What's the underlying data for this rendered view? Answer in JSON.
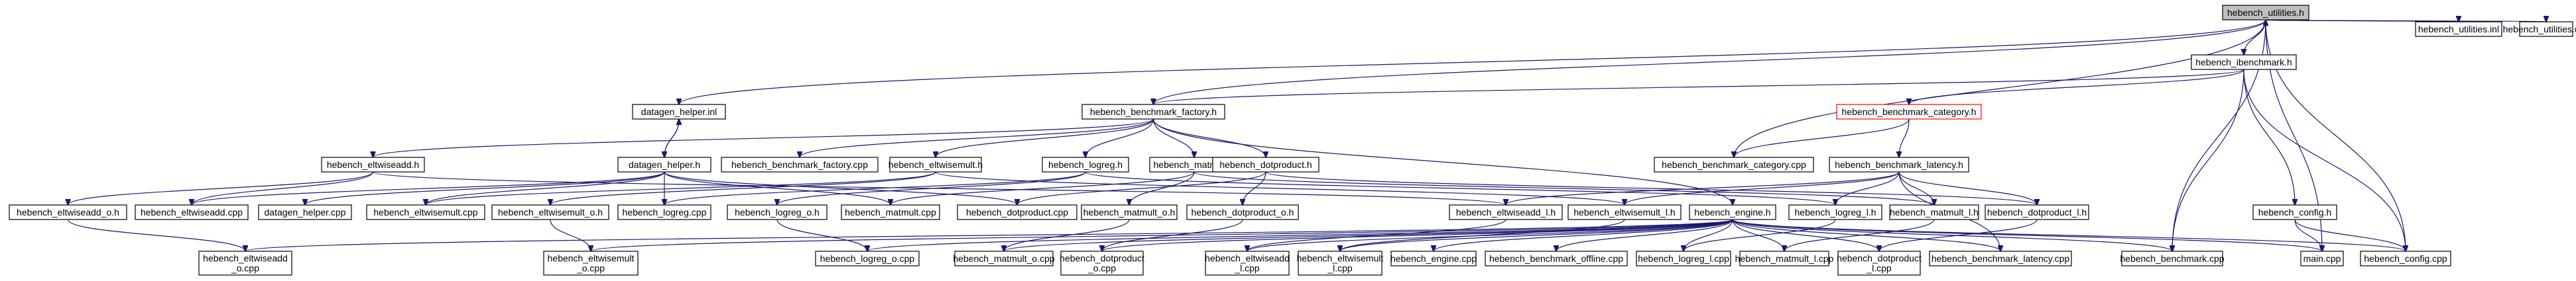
{
  "graph": {
    "colors": {
      "edge": "#191970",
      "node_border": "#000000",
      "root_fill": "#bfbfbf",
      "highlight_border": "#ff0000",
      "background": "#ffffff"
    },
    "nodes": [
      {
        "id": "utilities_h",
        "lines": [
          "hebench_utilities.h"
        ],
        "style": "root"
      },
      {
        "id": "utilities_inl",
        "lines": [
          "hebench_utilities.inl"
        ]
      },
      {
        "id": "utilities_cpp",
        "lines": [
          "hebench_utilities.cpp"
        ]
      },
      {
        "id": "ibenchmark_h",
        "lines": [
          "hebench_ibenchmark.h"
        ]
      },
      {
        "id": "datagen_inl",
        "lines": [
          "datagen_helper.inl"
        ]
      },
      {
        "id": "factory_h",
        "lines": [
          "hebench_benchmark_factory.h"
        ]
      },
      {
        "id": "category_h",
        "lines": [
          "hebench_benchmark_category.h"
        ],
        "style": "red"
      },
      {
        "id": "eltwiseadd_h",
        "lines": [
          "hebench_eltwiseadd.h"
        ]
      },
      {
        "id": "datagen_h",
        "lines": [
          "datagen_helper.h"
        ]
      },
      {
        "id": "factory_cpp",
        "lines": [
          "hebench_benchmark_factory.cpp"
        ]
      },
      {
        "id": "eltwisemult_h",
        "lines": [
          "hebench_eltwisemult.h"
        ]
      },
      {
        "id": "logreg_h",
        "lines": [
          "hebench_logreg.h"
        ]
      },
      {
        "id": "matmult_h",
        "lines": [
          "hebench_matmult.h"
        ]
      },
      {
        "id": "dotproduct_h",
        "lines": [
          "hebench_dotproduct.h"
        ]
      },
      {
        "id": "category_cpp",
        "lines": [
          "hebench_benchmark_category.cpp"
        ]
      },
      {
        "id": "latency_h",
        "lines": [
          "hebench_benchmark_latency.h"
        ]
      },
      {
        "id": "config_h",
        "lines": [
          "hebench_config.h"
        ]
      },
      {
        "id": "eltwiseadd_o_h",
        "lines": [
          "hebench_eltwiseadd_o.h"
        ]
      },
      {
        "id": "eltwiseadd_cpp",
        "lines": [
          "hebench_eltwiseadd.cpp"
        ]
      },
      {
        "id": "datagen_cpp",
        "lines": [
          "datagen_helper.cpp"
        ]
      },
      {
        "id": "eltwisemult_cpp",
        "lines": [
          "hebench_eltwisemult.cpp"
        ]
      },
      {
        "id": "eltwisemult_o_h",
        "lines": [
          "hebench_eltwisemult_o.h"
        ]
      },
      {
        "id": "logreg_cpp",
        "lines": [
          "hebench_logreg.cpp"
        ]
      },
      {
        "id": "logreg_o_h",
        "lines": [
          "hebench_logreg_o.h"
        ]
      },
      {
        "id": "matmult_cpp",
        "lines": [
          "hebench_matmult.cpp"
        ]
      },
      {
        "id": "dotproduct_cpp",
        "lines": [
          "hebench_dotproduct.cpp"
        ]
      },
      {
        "id": "matmult_o_h",
        "lines": [
          "hebench_matmult_o.h"
        ]
      },
      {
        "id": "dotproduct_o_h",
        "lines": [
          "hebench_dotproduct_o.h"
        ]
      },
      {
        "id": "eltwiseadd_l_h",
        "lines": [
          "hebench_eltwiseadd_l.h"
        ]
      },
      {
        "id": "eltwisemult_l_h",
        "lines": [
          "hebench_eltwisemult_l.h"
        ]
      },
      {
        "id": "engine_h",
        "lines": [
          "hebench_engine.h"
        ]
      },
      {
        "id": "logreg_l_h",
        "lines": [
          "hebench_logreg_l.h"
        ]
      },
      {
        "id": "matmult_l_h",
        "lines": [
          "hebench_matmult_l.h"
        ]
      },
      {
        "id": "dotproduct_l_h",
        "lines": [
          "hebench_dotproduct_l.h"
        ]
      },
      {
        "id": "eltwiseadd_o_cpp",
        "lines": [
          "hebench_eltwiseadd",
          "_o.cpp"
        ]
      },
      {
        "id": "eltwisemult_o_cpp",
        "lines": [
          "hebench_eltwisemult",
          "_o.cpp"
        ]
      },
      {
        "id": "logreg_o_cpp",
        "lines": [
          "hebench_logreg_o.cpp"
        ]
      },
      {
        "id": "matmult_o_cpp",
        "lines": [
          "hebench_matmult_o.cpp"
        ]
      },
      {
        "id": "dotproduct_o_cpp",
        "lines": [
          "hebench_dotproduct",
          "_o.cpp"
        ]
      },
      {
        "id": "eltwiseadd_l_cpp",
        "lines": [
          "hebench_eltwiseadd",
          "_l.cpp"
        ]
      },
      {
        "id": "eltwisemult_l_cpp",
        "lines": [
          "hebench_eltwisemult",
          "_l.cpp"
        ]
      },
      {
        "id": "engine_cpp",
        "lines": [
          "hebench_engine.cpp"
        ]
      },
      {
        "id": "offline_cpp",
        "lines": [
          "hebench_benchmark_offline.cpp"
        ]
      },
      {
        "id": "logreg_l_cpp",
        "lines": [
          "hebench_logreg_l.cpp"
        ]
      },
      {
        "id": "matmult_l_cpp",
        "lines": [
          "hebench_matmult_l.cpp"
        ]
      },
      {
        "id": "dotproduct_l_cpp",
        "lines": [
          "hebench_dotproduct",
          "_l.cpp"
        ]
      },
      {
        "id": "latency_cpp",
        "lines": [
          "hebench_benchmark_latency.cpp"
        ]
      },
      {
        "id": "benchmark_cpp",
        "lines": [
          "hebench_benchmark.cpp"
        ]
      },
      {
        "id": "main_cpp",
        "lines": [
          "main.cpp"
        ]
      },
      {
        "id": "config_cpp",
        "lines": [
          "hebench_config.cpp"
        ]
      }
    ],
    "edges": [
      [
        "utilities_h",
        "utilities_inl"
      ],
      [
        "utilities_inl",
        "utilities_h"
      ],
      [
        "utilities_h",
        "utilities_cpp"
      ],
      [
        "utilities_h",
        "ibenchmark_h"
      ],
      [
        "utilities_h",
        "datagen_inl"
      ],
      [
        "utilities_h",
        "factory_h"
      ],
      [
        "utilities_h",
        "category_cpp"
      ],
      [
        "utilities_h",
        "benchmark_cpp"
      ],
      [
        "utilities_h",
        "main_cpp"
      ],
      [
        "utilities_h",
        "config_cpp"
      ],
      [
        "ibenchmark_h",
        "factory_h"
      ],
      [
        "ibenchmark_h",
        "category_h"
      ],
      [
        "ibenchmark_h",
        "benchmark_cpp"
      ],
      [
        "ibenchmark_h",
        "config_h"
      ],
      [
        "ibenchmark_h",
        "config_cpp"
      ],
      [
        "datagen_inl",
        "datagen_h"
      ],
      [
        "datagen_h",
        "datagen_inl"
      ],
      [
        "factory_h",
        "eltwiseadd_h"
      ],
      [
        "factory_h",
        "factory_cpp"
      ],
      [
        "factory_h",
        "eltwisemult_h"
      ],
      [
        "factory_h",
        "logreg_h"
      ],
      [
        "factory_h",
        "matmult_h"
      ],
      [
        "factory_h",
        "dotproduct_h"
      ],
      [
        "factory_h",
        "engine_h"
      ],
      [
        "category_h",
        "category_cpp"
      ],
      [
        "category_h",
        "latency_h"
      ],
      [
        "eltwiseadd_h",
        "eltwiseadd_o_h"
      ],
      [
        "eltwiseadd_h",
        "eltwiseadd_cpp"
      ],
      [
        "eltwiseadd_h",
        "eltwiseadd_l_h"
      ],
      [
        "datagen_h",
        "eltwiseadd_cpp"
      ],
      [
        "datagen_h",
        "datagen_cpp"
      ],
      [
        "datagen_h",
        "eltwisemult_cpp"
      ],
      [
        "datagen_h",
        "logreg_cpp"
      ],
      [
        "datagen_h",
        "matmult_cpp"
      ],
      [
        "datagen_h",
        "dotproduct_cpp"
      ],
      [
        "eltwisemult_h",
        "eltwisemult_o_h"
      ],
      [
        "eltwisemult_h",
        "eltwisemult_cpp"
      ],
      [
        "eltwisemult_h",
        "eltwisemult_l_h"
      ],
      [
        "logreg_h",
        "logreg_o_h"
      ],
      [
        "logreg_h",
        "logreg_cpp"
      ],
      [
        "logreg_h",
        "logreg_l_h"
      ],
      [
        "matmult_h",
        "matmult_o_h"
      ],
      [
        "matmult_h",
        "matmult_cpp"
      ],
      [
        "matmult_h",
        "matmult_l_h"
      ],
      [
        "dotproduct_h",
        "dotproduct_o_h"
      ],
      [
        "dotproduct_h",
        "dotproduct_cpp"
      ],
      [
        "dotproduct_h",
        "dotproduct_l_h"
      ],
      [
        "latency_h",
        "eltwiseadd_l_h"
      ],
      [
        "latency_h",
        "eltwisemult_l_h"
      ],
      [
        "latency_h",
        "logreg_l_h"
      ],
      [
        "latency_h",
        "matmult_l_h"
      ],
      [
        "latency_h",
        "dotproduct_l_h"
      ],
      [
        "latency_h",
        "latency_cpp"
      ],
      [
        "config_h",
        "main_cpp"
      ],
      [
        "config_h",
        "config_cpp"
      ],
      [
        "eltwiseadd_o_h",
        "eltwiseadd_o_cpp"
      ],
      [
        "eltwisemult_o_h",
        "eltwisemult_o_cpp"
      ],
      [
        "logreg_o_h",
        "logreg_o_cpp"
      ],
      [
        "matmult_o_h",
        "matmult_o_cpp"
      ],
      [
        "dotproduct_o_h",
        "dotproduct_o_cpp"
      ],
      [
        "eltwiseadd_l_h",
        "eltwiseadd_l_cpp"
      ],
      [
        "eltwisemult_l_h",
        "eltwisemult_l_cpp"
      ],
      [
        "logreg_l_h",
        "logreg_l_cpp"
      ],
      [
        "matmult_l_h",
        "matmult_l_cpp"
      ],
      [
        "dotproduct_l_h",
        "dotproduct_l_cpp"
      ],
      [
        "engine_h",
        "eltwiseadd_o_cpp"
      ],
      [
        "engine_h",
        "eltwisemult_o_cpp"
      ],
      [
        "engine_h",
        "logreg_o_cpp"
      ],
      [
        "engine_h",
        "matmult_o_cpp"
      ],
      [
        "engine_h",
        "dotproduct_o_cpp"
      ],
      [
        "engine_h",
        "eltwiseadd_l_cpp"
      ],
      [
        "engine_h",
        "eltwisemult_l_cpp"
      ],
      [
        "engine_h",
        "engine_cpp"
      ],
      [
        "engine_h",
        "offline_cpp"
      ],
      [
        "engine_h",
        "logreg_l_cpp"
      ],
      [
        "engine_h",
        "matmult_l_cpp"
      ],
      [
        "engine_h",
        "dotproduct_l_cpp"
      ],
      [
        "engine_h",
        "latency_cpp"
      ],
      [
        "engine_h",
        "benchmark_cpp"
      ],
      [
        "engine_h",
        "main_cpp"
      ],
      [
        "engine_h",
        "config_cpp"
      ]
    ]
  }
}
